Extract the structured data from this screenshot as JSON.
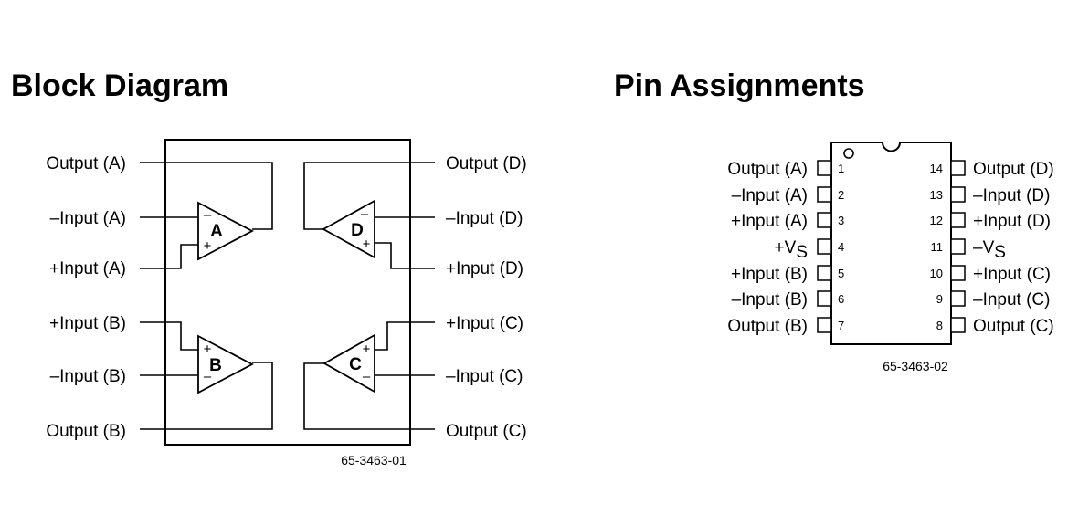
{
  "block_diagram": {
    "title": "Block Diagram",
    "drawing_code": "65-3463-01",
    "left_labels": [
      "Output (A)",
      "–Input (A)",
      "+Input (A)",
      "+Input (B)",
      "–Input (B)",
      "Output (B)"
    ],
    "right_labels": [
      "Output (D)",
      "–Input (D)",
      "+Input (D)",
      "+Input (C)",
      "–Input (C)",
      "Output (C)"
    ],
    "amplifiers": [
      "A",
      "B",
      "C",
      "D"
    ],
    "plus_sign": "+",
    "minus_sign": "–"
  },
  "pin_assignments": {
    "title": "Pin Assignments",
    "drawing_code": "65-3463-02",
    "left_pins": [
      {
        "number": "1",
        "label": "Output (A)"
      },
      {
        "number": "2",
        "label": "–Input (A)"
      },
      {
        "number": "3",
        "label": "+Input (A)"
      },
      {
        "number": "4",
        "label": "+V",
        "subscript": "S"
      },
      {
        "number": "5",
        "label": "+Input (B)"
      },
      {
        "number": "6",
        "label": "–Input (B)"
      },
      {
        "number": "7",
        "label": "Output (B)"
      }
    ],
    "right_pins": [
      {
        "number": "14",
        "label": "Output (D)"
      },
      {
        "number": "13",
        "label": "–Input (D)"
      },
      {
        "number": "12",
        "label": "+Input (D)"
      },
      {
        "number": "11",
        "label": "–V",
        "subscript": "S"
      },
      {
        "number": "10",
        "label": "+Input (C)"
      },
      {
        "number": "9",
        "label": "–Input (C)"
      },
      {
        "number": "8",
        "label": "Output (C)"
      }
    ]
  }
}
